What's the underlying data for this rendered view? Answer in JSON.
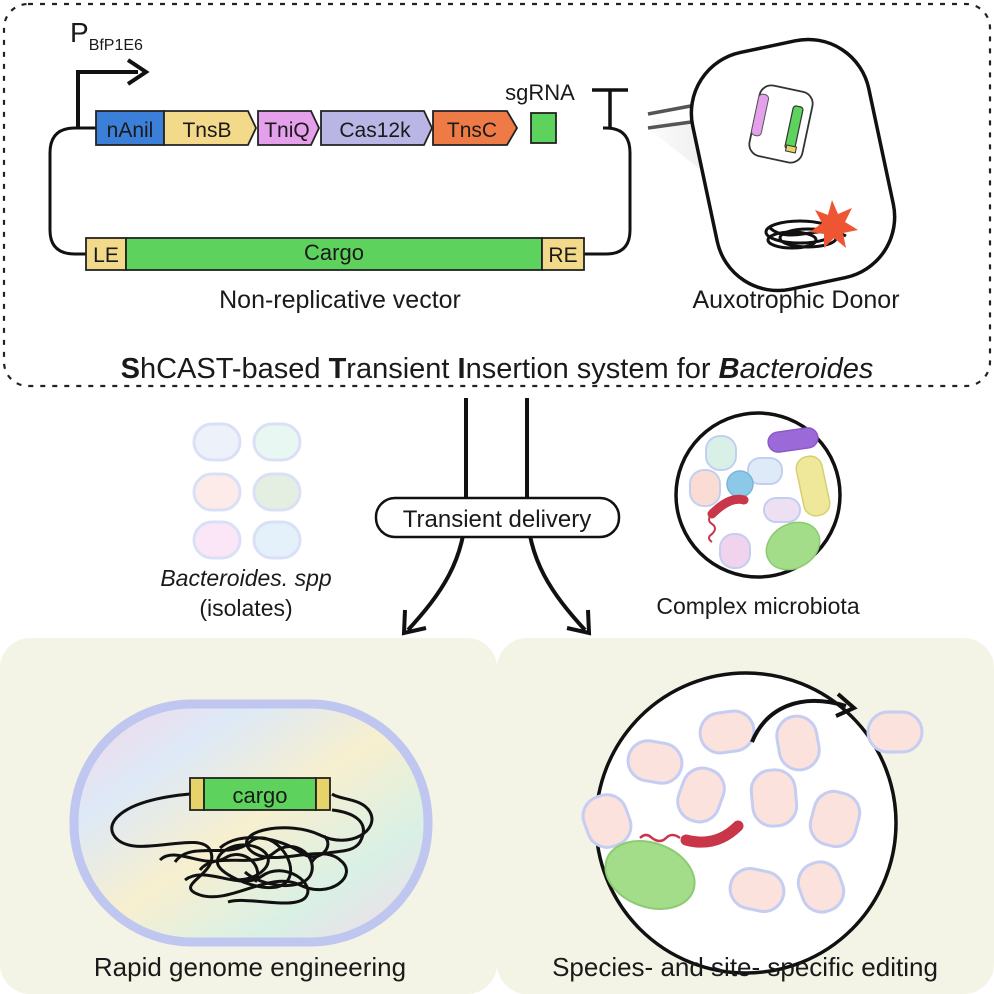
{
  "top": {
    "promoter_main": "P",
    "promoter_sub": "BfP1E6",
    "sgrna": "sgRNA",
    "genes": [
      "nAnil",
      "TnsB",
      "TniQ",
      "Cas12k",
      "TnsC"
    ],
    "le": "LE",
    "cargo": "Cargo",
    "re": "RE",
    "vector_label": "Non-replicative vector",
    "donor_label": "Auxotrophic Donor",
    "system_title": {
      "s_bold": "S",
      "s_rest": "hCAST-based ",
      "t_bold": "T",
      "t_rest": "ransient ",
      "i_bold": "I",
      "i_rest": "nsertion system for ",
      "b_bold": "B",
      "b_rest": "acteroides"
    }
  },
  "middle": {
    "delivery": "Transient delivery",
    "isolates_line1": "Bacteroides. spp",
    "isolates_line2": "(isolates)",
    "microbiota": "Complex microbiota"
  },
  "bottom": {
    "cargo_small": "cargo",
    "left_label": "Rapid genome engineering",
    "right_label": "Species- and site- specific editing"
  },
  "colors": {
    "nAnil": "#3b7fd8",
    "TnsB": "#f3d98a",
    "TniQ": "#e4a0ea",
    "Cas12k": "#b9b6e6",
    "TnsC": "#ee7a45",
    "green": "#5dd35d",
    "panel": "#f3f3e6"
  }
}
